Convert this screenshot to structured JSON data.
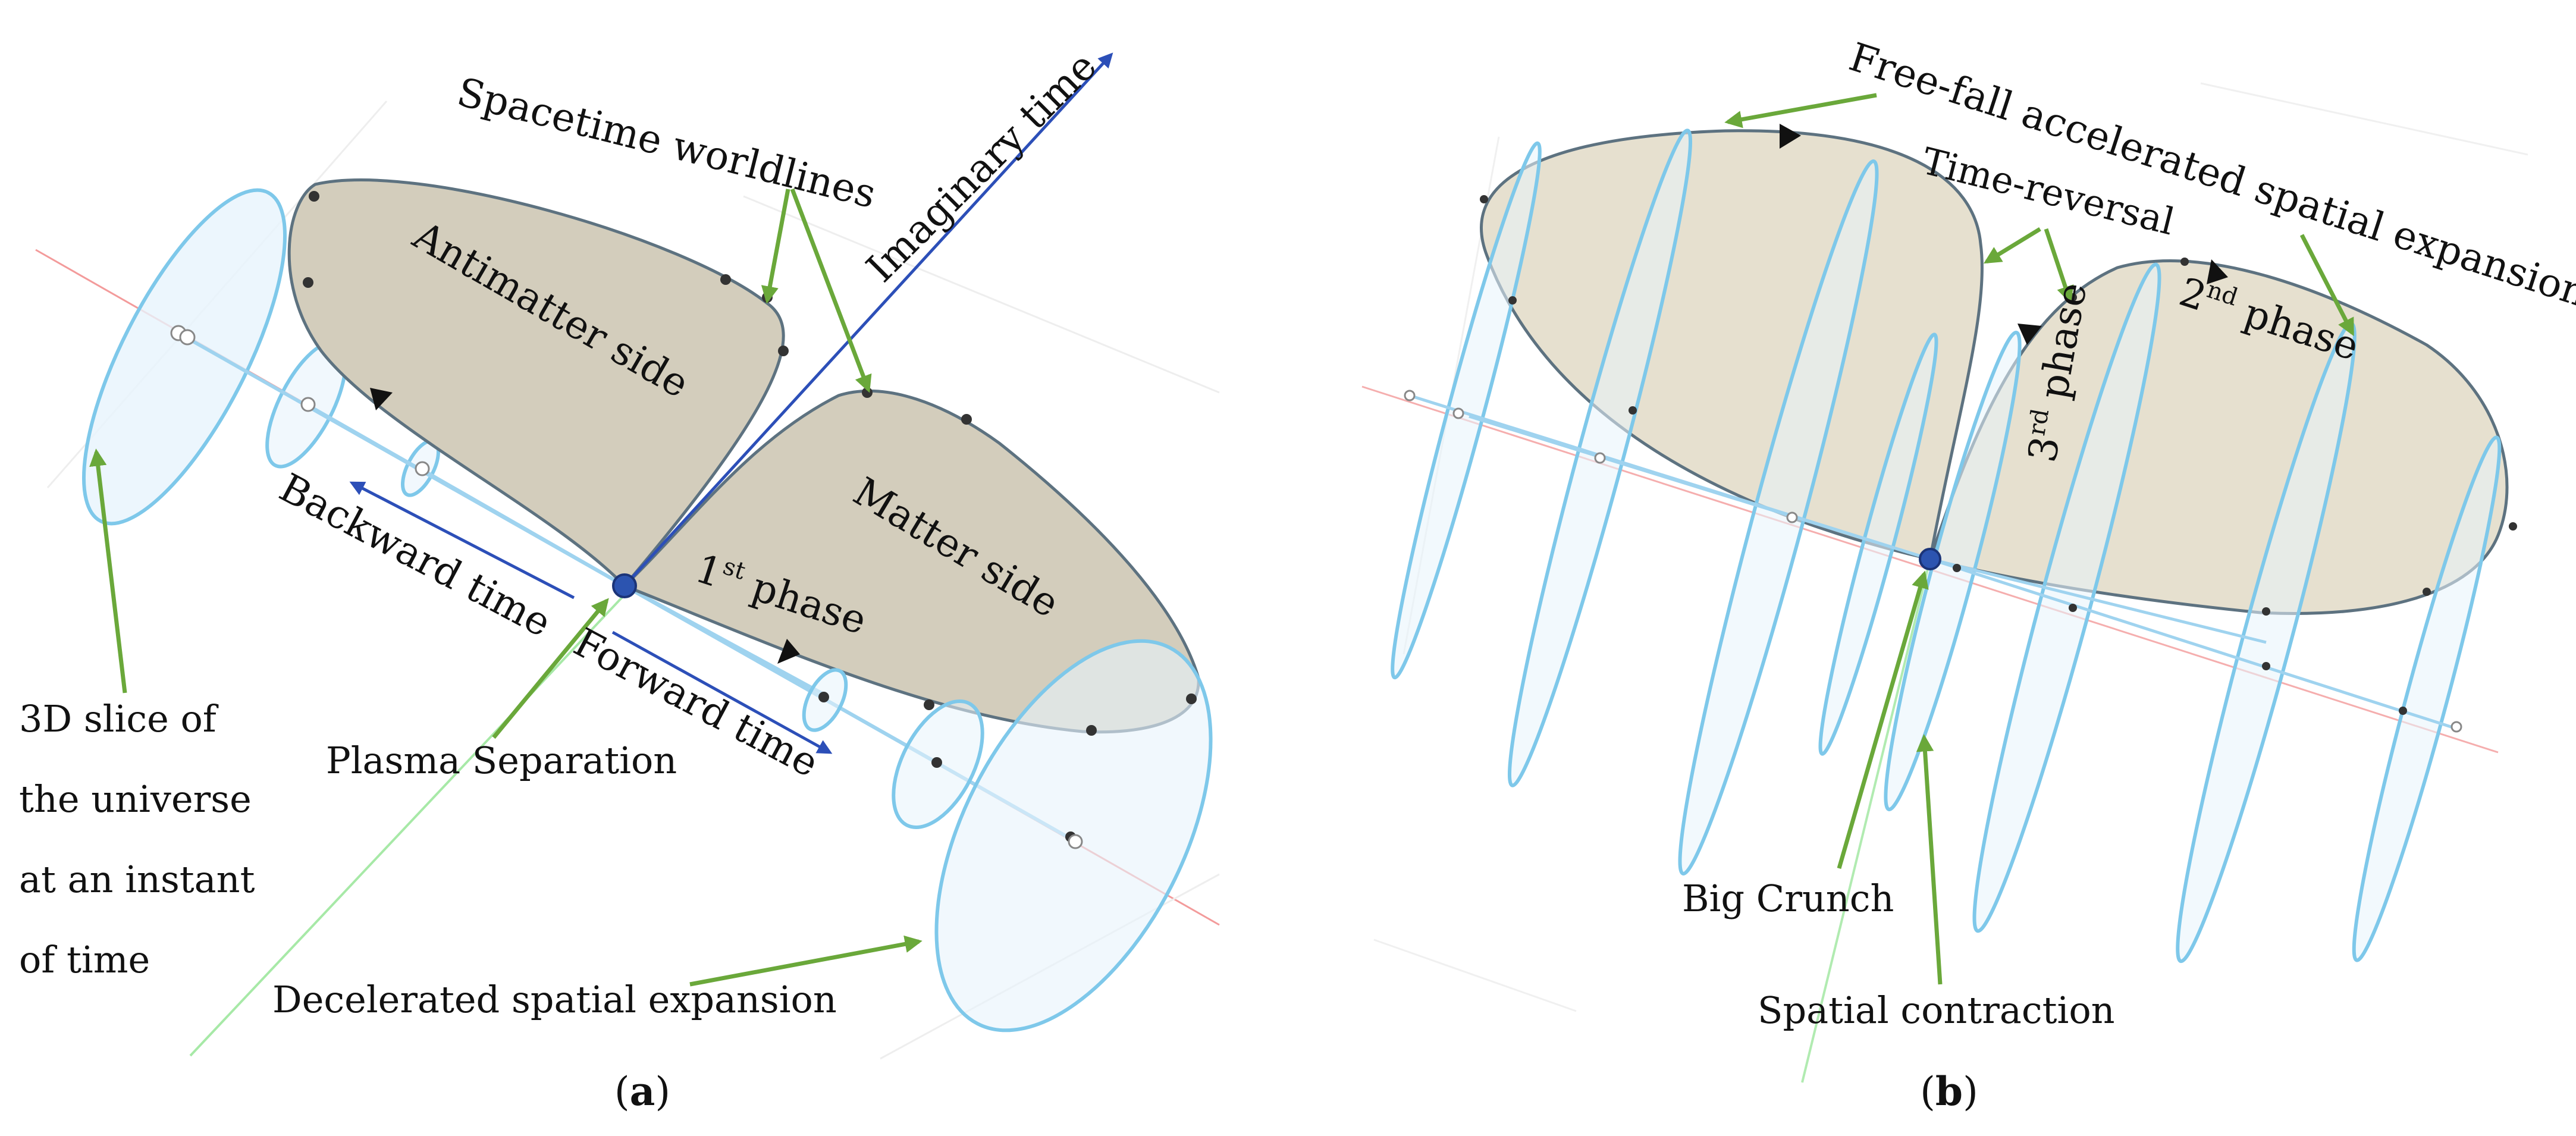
{
  "colors": {
    "lobe_fill": "#d3cdbc",
    "lobe_fill_b": "#e6e0cf",
    "lobe_stroke": "#5d7280",
    "slice_stroke": "#7ec8ea",
    "slice_fill": "#e7f4fc",
    "worldline": "#9fd3ef",
    "time_axis": "#2c4fb8",
    "annotation_arrow": "#6aa83a",
    "red_axis": "#f07a7a",
    "green_axis": "#9ee79e",
    "node": "#2c54b0",
    "marker": "#111111"
  },
  "panel_a": {
    "labels": {
      "spacetime_worldlines": "Spacetime worldlines",
      "imaginary_time": "Imaginary time",
      "antimatter_side": "Antimatter side",
      "matter_side": "Matter side",
      "backward_time": "Backward time",
      "forward_time": "Forward time",
      "first_phase_num": "1",
      "first_phase_sup": "st",
      "first_phase_word": " phase",
      "slice_line1": "3D slice of",
      "slice_line2": "the universe",
      "slice_line3": "at an instant",
      "slice_line4": "of time",
      "plasma_separation": "Plasma Separation",
      "decelerated_expansion": "Decelerated spatial expansion"
    },
    "caption_open": "(",
    "caption_letter": "a",
    "caption_close": ")"
  },
  "panel_b": {
    "labels": {
      "free_fall": "Free-fall accelerated spatial expansion",
      "time_reversal": "Time-reversal",
      "second_phase_num": "2",
      "second_phase_sup": "nd",
      "second_phase_word": " phase",
      "third_phase_num": "3",
      "third_phase_sup": "rd",
      "third_phase_word": " phase",
      "big_crunch": "Big Crunch",
      "spatial_contraction": "Spatial contraction"
    },
    "caption_open": "(",
    "caption_letter": "b",
    "caption_close": ")"
  }
}
